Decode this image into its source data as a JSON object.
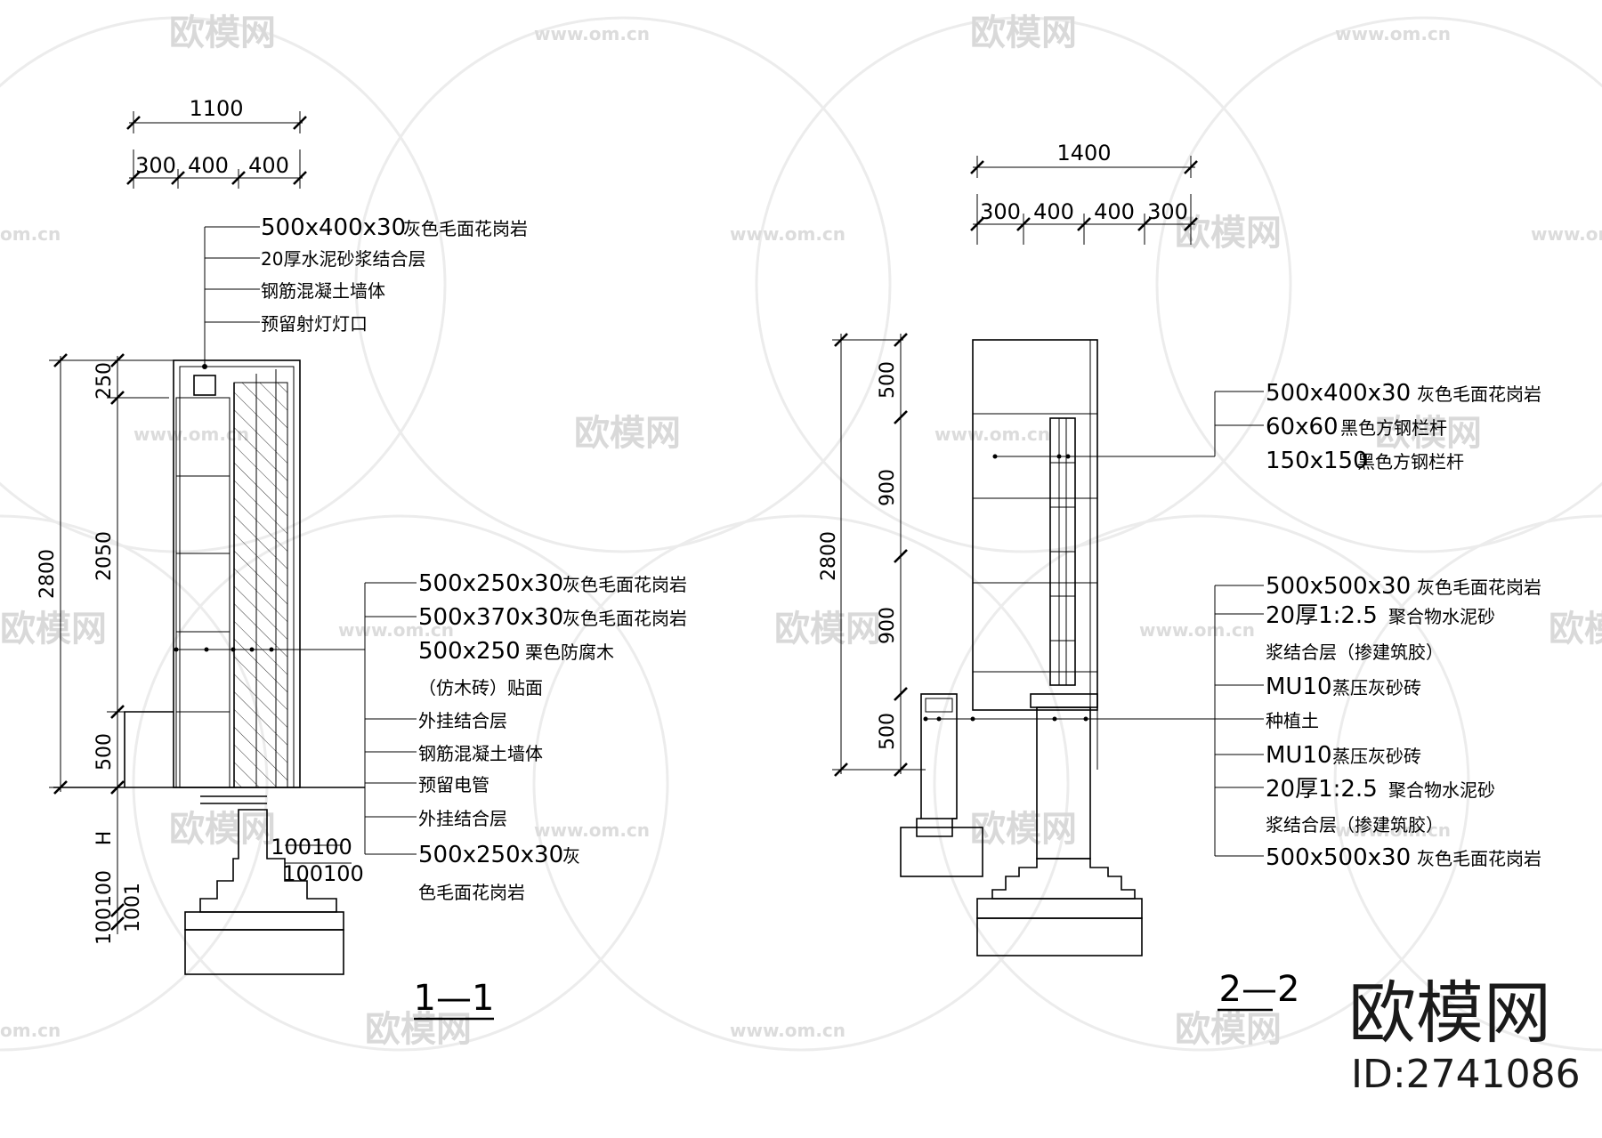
{
  "section1": {
    "title": "1—1",
    "top_total": "1100",
    "top_parts": [
      "300",
      "400",
      "400"
    ],
    "left_total": "2800",
    "left_parts": [
      "250",
      "2050",
      "500"
    ],
    "left_lower": [
      "H",
      "100100",
      "1001"
    ],
    "base_dims": [
      "100100",
      "100100"
    ],
    "notes_top": [
      "500x400x30",
      "灰色毛面花岗岩",
      "20厚水泥砂浆结合层",
      "钢筋混凝土墙体",
      "预留射灯灯口"
    ],
    "notes_side": [
      {
        "big": "500x250x30",
        "small": "灰色毛面花岗岩"
      },
      {
        "big": "500x370x30",
        "small": "灰色毛面花岗岩"
      },
      {
        "big": "500x250",
        "small": "栗色防腐木"
      },
      {
        "big": "",
        "small": "（仿木砖）贴面"
      },
      {
        "big": "",
        "small": "外挂结合层"
      },
      {
        "big": "",
        "small": "钢筋混凝土墙体"
      },
      {
        "big": "",
        "small": "预留电管"
      },
      {
        "big": "",
        "small": "外挂结合层"
      },
      {
        "big": "500x250x30",
        "small": "灰"
      },
      {
        "big": "",
        "small": "色毛面花岗岩"
      }
    ]
  },
  "section2": {
    "title": "2—2",
    "top_total": "1400",
    "top_parts": [
      "300",
      "400",
      "400",
      "300"
    ],
    "left_total": "2800",
    "left_parts": [
      "500",
      "900",
      "900",
      "500"
    ],
    "notes_top": [
      {
        "big": "500x400x30",
        "small": "灰色毛面花岗岩"
      },
      {
        "big": "60x60",
        "small": "黑色方钢栏杆"
      },
      {
        "big": "150x150",
        "small": "黑色方钢栏杆"
      }
    ],
    "notes_bottom": [
      {
        "big": "500x500x30",
        "small": "灰色毛面花岗岩"
      },
      {
        "big": "20厚1:2.5",
        "small": "聚合物水泥砂"
      },
      {
        "big": "",
        "small": "浆结合层（掺建筑胶）"
      },
      {
        "big": "MU10",
        "small": "蒸压灰砂砖"
      },
      {
        "big": "",
        "small": "种植土"
      },
      {
        "big": "MU10",
        "small": "蒸压灰砂砖"
      },
      {
        "big": "20厚1:2.5",
        "small": "聚合物水泥砂"
      },
      {
        "big": "",
        "small": "浆结合层（掺建筑胶）"
      },
      {
        "big": "500x500x30",
        "small": "灰色毛面花岗岩"
      }
    ]
  },
  "watermark": {
    "brand": "欧模网",
    "url": "www.om.cn",
    "url_short": "om.cn"
  },
  "brand_logo": {
    "name": "欧模网",
    "id": "ID:2741086"
  }
}
